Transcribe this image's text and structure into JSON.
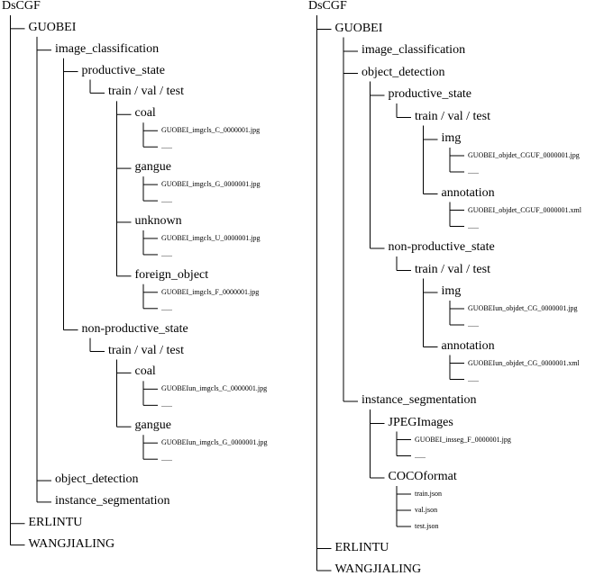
{
  "left_tree": {
    "label": "DsCGF",
    "children": [
      {
        "label": "GUOBEI",
        "children": [
          {
            "label": "image_classification",
            "children": [
              {
                "label": "productive_state",
                "children": [
                  {
                    "label": "train / val / test",
                    "children": [
                      {
                        "label": "coal",
                        "children": [
                          {
                            "label": "GUOBEI_imgcls_C_0000001.jpg",
                            "small": true
                          },
                          {
                            "label": "......",
                            "small": true
                          }
                        ]
                      },
                      {
                        "label": "gangue",
                        "children": [
                          {
                            "label": "GUOBEI_imgcls_G_0000001.jpg",
                            "small": true
                          },
                          {
                            "label": "......",
                            "small": true
                          }
                        ]
                      },
                      {
                        "label": "unknown",
                        "children": [
                          {
                            "label": "GUOBEI_imgcls_U_0000001.jpg",
                            "small": true
                          },
                          {
                            "label": "......",
                            "small": true
                          }
                        ]
                      },
                      {
                        "label": "foreign_object",
                        "children": [
                          {
                            "label": "GUOBEI_imgcls_F_0000001.jpg",
                            "small": true
                          },
                          {
                            "label": "......",
                            "small": true
                          }
                        ]
                      }
                    ]
                  }
                ]
              },
              {
                "label": "non-productive_state",
                "children": [
                  {
                    "label": "train / val / test",
                    "children": [
                      {
                        "label": "coal",
                        "children": [
                          {
                            "label": "GUOBEIun_imgcls_C_0000001.jpg",
                            "small": true
                          },
                          {
                            "label": "......",
                            "small": true
                          }
                        ]
                      },
                      {
                        "label": "gangue",
                        "children": [
                          {
                            "label": "GUOBEIun_imgcls_G_0000001.jpg",
                            "small": true
                          },
                          {
                            "label": "......",
                            "small": true
                          }
                        ]
                      }
                    ]
                  }
                ]
              }
            ]
          },
          {
            "label": "object_detection"
          },
          {
            "label": "instance_segmentation"
          }
        ]
      },
      {
        "label": "ERLINTU"
      },
      {
        "label": "WANGJIALING"
      }
    ]
  },
  "right_tree": {
    "label": "DsCGF",
    "children": [
      {
        "label": "GUOBEI",
        "children": [
          {
            "label": "image_classification"
          },
          {
            "label": "object_detection",
            "children": [
              {
                "label": "productive_state",
                "children": [
                  {
                    "label": "train / val / test",
                    "children": [
                      {
                        "label": "img",
                        "children": [
                          {
                            "label": "GUOBEI_objdet_CGUF_0000001.jpg",
                            "small": true
                          },
                          {
                            "label": "......",
                            "small": true
                          }
                        ]
                      },
                      {
                        "label": "annotation",
                        "children": [
                          {
                            "label": "GUOBEI_objdet_CGUF_0000001.xml",
                            "small": true
                          },
                          {
                            "label": "......",
                            "small": true
                          }
                        ]
                      }
                    ]
                  }
                ]
              },
              {
                "label": "non-productive_state",
                "children": [
                  {
                    "label": "train / val / test",
                    "children": [
                      {
                        "label": "img",
                        "children": [
                          {
                            "label": "GUOBEIun_objdet_CG_0000001.jpg",
                            "small": true
                          },
                          {
                            "label": "......",
                            "small": true
                          }
                        ]
                      },
                      {
                        "label": "annotation",
                        "children": [
                          {
                            "label": "GUOBEIun_objdet_CG_0000001.xml",
                            "small": true
                          },
                          {
                            "label": "......",
                            "small": true
                          }
                        ]
                      }
                    ]
                  }
                ]
              }
            ]
          },
          {
            "label": "instance_segmentation",
            "children": [
              {
                "label": "JPEGImages",
                "children": [
                  {
                    "label": "GUOBEI_insseg_F_0000001.jpg",
                    "small": true
                  },
                  {
                    "label": "......",
                    "small": true
                  }
                ]
              },
              {
                "label": "COCOformat",
                "children": [
                  {
                    "label": "train.json",
                    "small": true
                  },
                  {
                    "label": "val.json",
                    "small": true
                  },
                  {
                    "label": "test.json",
                    "small": true
                  }
                ]
              }
            ]
          }
        ]
      },
      {
        "label": "ERLINTU"
      },
      {
        "label": "WANGJIALING"
      }
    ]
  }
}
